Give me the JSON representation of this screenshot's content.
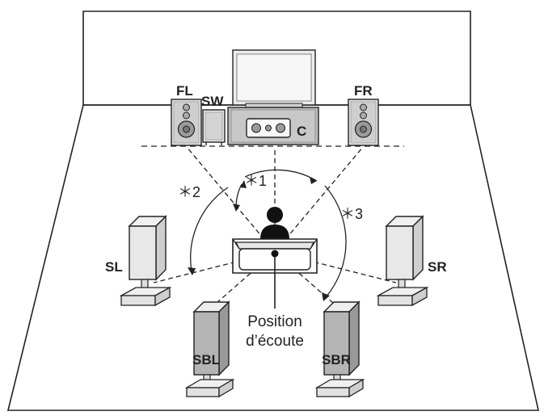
{
  "speakers": {
    "fl": "FL",
    "sw": "SW",
    "c": "C",
    "fr": "FR",
    "sl": "SL",
    "sr": "SR",
    "sbl": "SBL",
    "sbr": "SBR"
  },
  "angles": {
    "a1": "＊1",
    "a2": "＊2",
    "a3": "＊3"
  },
  "listening_position": {
    "line1": "Position",
    "line2": "d’écoute"
  },
  "colors": {
    "speaker_fill": "#b8b8b8",
    "speaker_dark": "#a8a8a8",
    "line": "#222222",
    "tv_screen": "#ececec"
  }
}
